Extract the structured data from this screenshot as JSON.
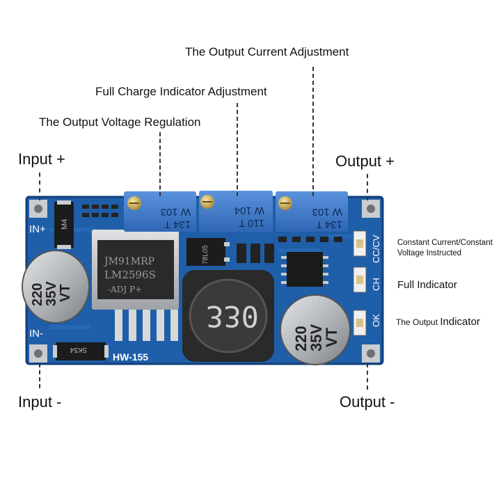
{
  "labels": {
    "current_adjust": "The Output Current Adjustment",
    "full_charge_adjust": "Full Charge Indicator Adjustment",
    "voltage_regulation": "The Output Voltage Regulation",
    "input_plus": "Input +",
    "input_minus": "Input -",
    "output_plus": "Output +",
    "output_minus": "Output -",
    "cc_cv_line1": "Constant Current/Constant",
    "cc_cv_line2": "Voltage Instructed",
    "full_indicator": "Full Indicator",
    "output_indicator_prefix": "The Output ",
    "output_indicator_suffix": "Indicator"
  },
  "board": {
    "silk_in_plus": "IN+",
    "silk_in_minus": "IN-",
    "silk_model": "HW-155",
    "silk_cc_cv": "CC/CV",
    "silk_ch": "CH",
    "silk_ok": "OK",
    "diode_top": "M4",
    "diode_bottom": "SK54",
    "chip_line1": "JM91MRP",
    "chip_line2": "LM2596S",
    "chip_line3": "-ADJ P+",
    "pot1_line1": "W 103",
    "pot1_line2": "134 T",
    "pot2_line1": "W 104",
    "pot2_line2": "110 T",
    "pot3_line1": "W 103",
    "pot3_line2": "134 T",
    "regulator": "78L05",
    "inductor": "330",
    "cap_left_line1": "220",
    "cap_left_line2": "35V",
    "cap_left_line3": "VT",
    "cap_right_line1": "220",
    "cap_right_line2": "35V",
    "cap_right_line3": "VT"
  },
  "colors": {
    "pcb": "#1f5ea8",
    "pcb_dark": "#123f7a",
    "potentiometer": "#3d78c9",
    "capacitor": "#bfc2c6",
    "inductor": "#2a2a2a",
    "heatsink": "#c9cbcd"
  }
}
